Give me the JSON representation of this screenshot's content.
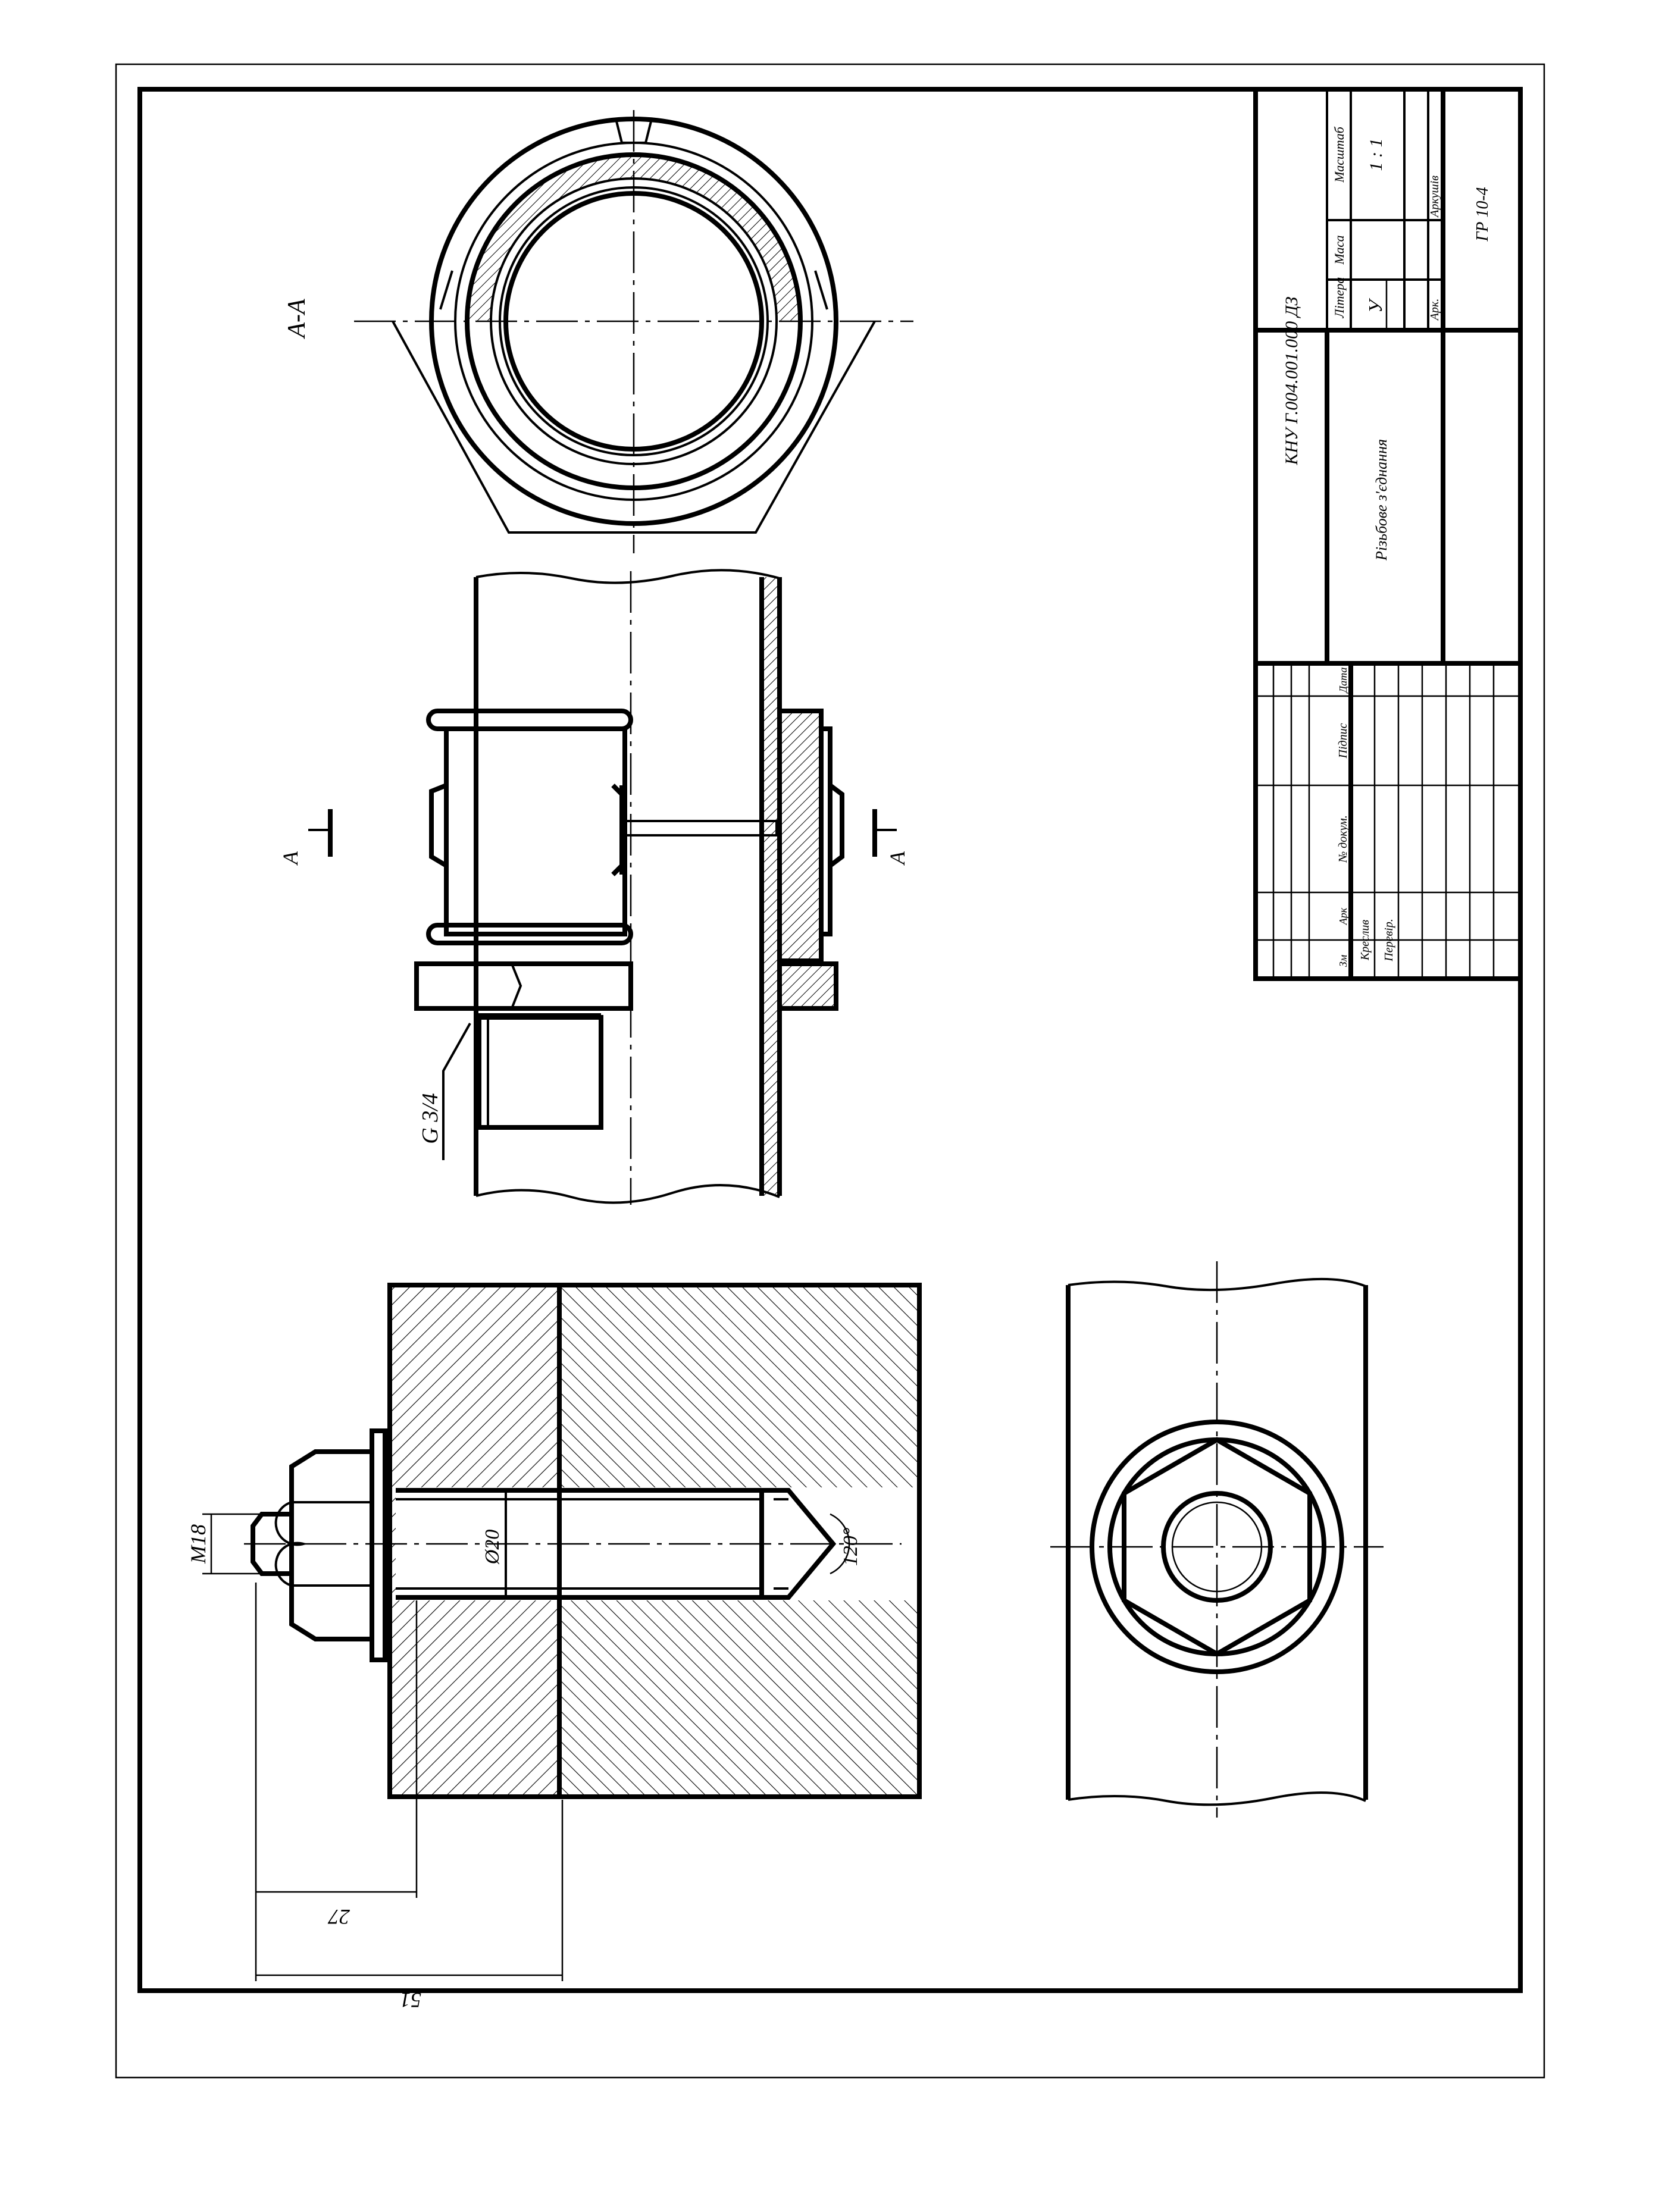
{
  "section": {
    "title": "A-A",
    "cut_letter_left": "A",
    "cut_letter_right": "A"
  },
  "dimensions": {
    "pipe_thread": "G 3/4",
    "bolt_thread": "M18",
    "hole_diameter": "Ø20",
    "drill_angle": "120°",
    "bolt_engagement": "27",
    "bolt_total": "51"
  },
  "title_block": {
    "designation": "КНУ Г.004.001.000 ДЗ",
    "name": "Різьбове з'єднання",
    "col_litera": "Літера",
    "col_masa": "Маса",
    "col_masshtab": "Масштаб",
    "litera_value": "У",
    "scale_value": "1 : 1",
    "sheet_label": "Арк.",
    "sheets_label": "Аркушів",
    "group": "ГР 10-4",
    "rev_zm": "Зм",
    "rev_ark": "Арк",
    "rev_doc": "№ докум.",
    "rev_sign": "Підпис",
    "rev_date": "Дата",
    "made_by": "Креслив",
    "checked_by": "Перевір."
  }
}
